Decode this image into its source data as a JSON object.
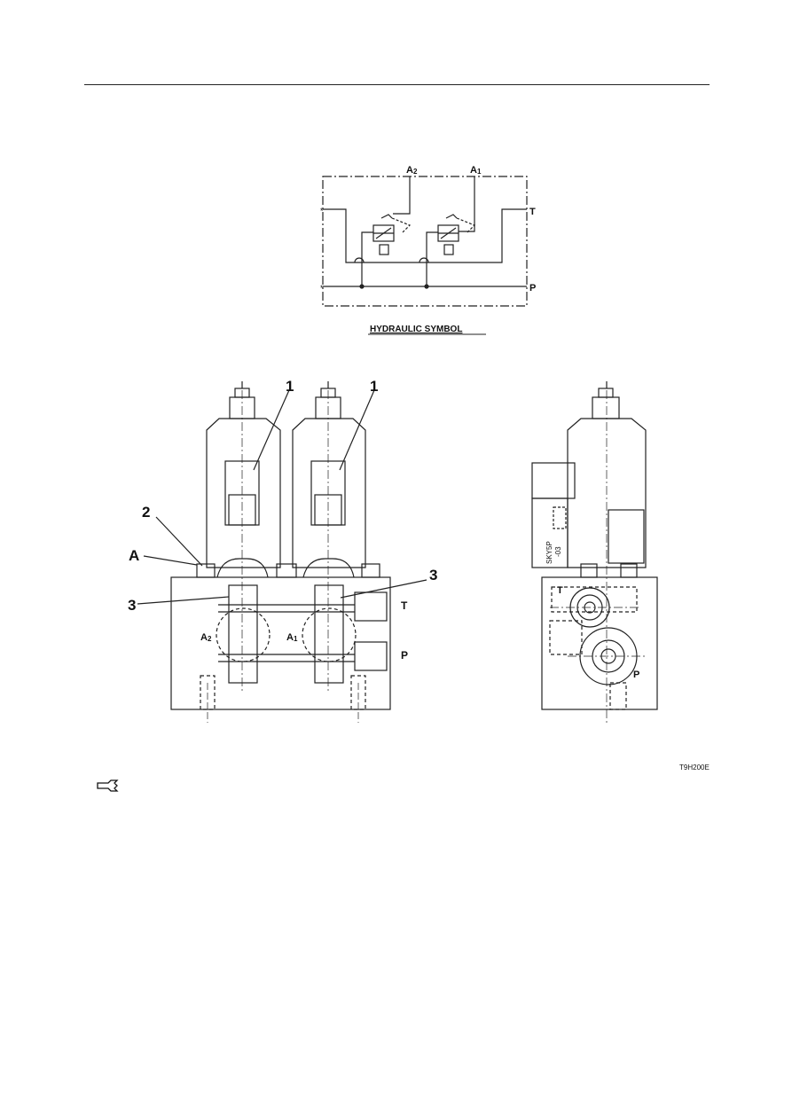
{
  "hydraulic_symbol": {
    "caption": "HYDRAULIC SYMBOL",
    "ports": {
      "a2": "A",
      "a2_sub": "2",
      "a1": "A",
      "a1_sub": "1",
      "t": "T",
      "p": "P"
    }
  },
  "front_view": {
    "callouts": {
      "one_left": "1",
      "one_right": "1",
      "two": "2",
      "a": "A",
      "three_left": "3",
      "three_right": "3"
    },
    "ports": {
      "t": "T",
      "p": "P",
      "a2": "A",
      "a2_sub": "2",
      "a1": "A",
      "a1_sub": "1"
    }
  },
  "side_view": {
    "ports": {
      "t": "T",
      "p": "P"
    },
    "stamp_line1": "SKY5P",
    "stamp_line2": "-03"
  },
  "figure_code": "T9H200E",
  "icons": {
    "note": "wrench-icon"
  }
}
